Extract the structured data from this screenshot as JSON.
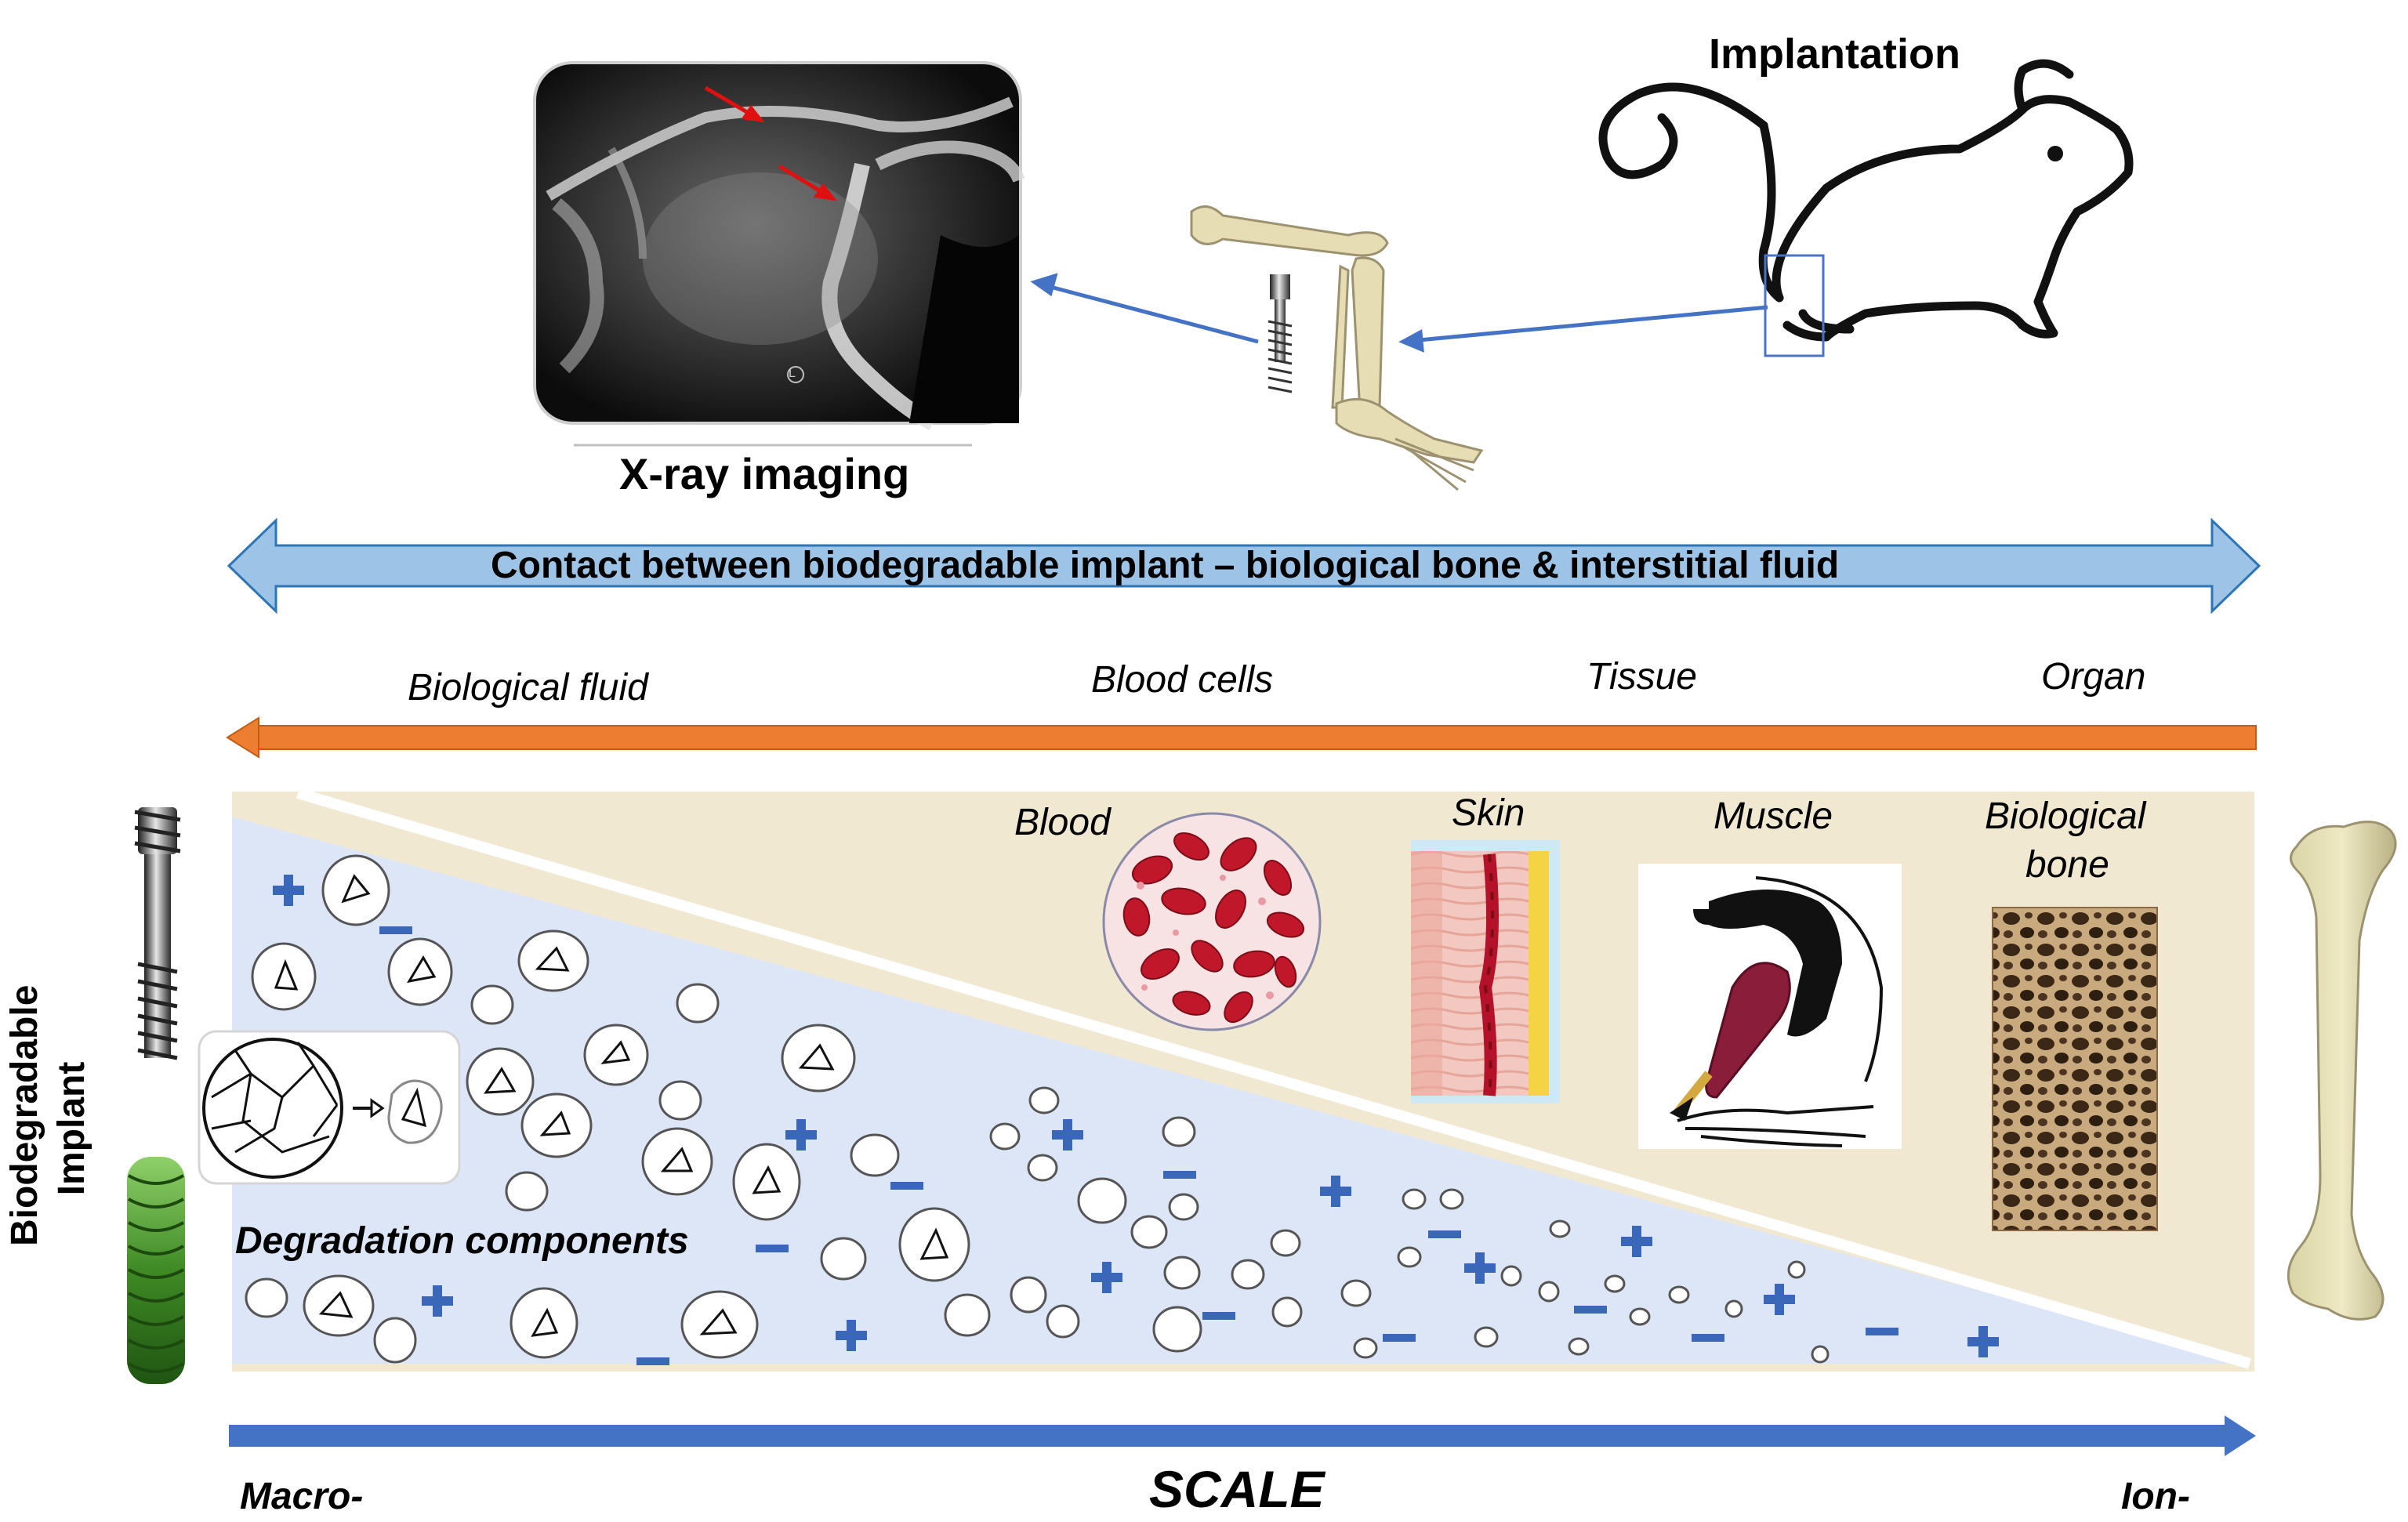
{
  "header": {
    "implantation_label": "Implantation",
    "xray_label": "X-ray imaging",
    "xray_marker": "L"
  },
  "contact_arrow": {
    "text": "Contact between biodegradable implant – biological bone & interstitial fluid",
    "fill_color": "#9dc3e6",
    "stroke_color": "#2e75b6"
  },
  "scale_levels": {
    "items": [
      "Biological fluid",
      "Blood cells",
      "Tissue",
      "Organ"
    ],
    "arrow_color": "#ed7d31"
  },
  "tissues": {
    "blood": "Blood",
    "skin": "Skin",
    "muscle": "Muscle",
    "bone_line1": "Biological",
    "bone_line2": "bone"
  },
  "left_panel": {
    "side_label_line1": "Biodegradable",
    "side_label_line2": "Implant",
    "degradation_label": "Degradation components"
  },
  "bottom_scale": {
    "title": "SCALE",
    "left_end": "Macro-",
    "right_end": "Ion-",
    "arrow_color": "#4472c4"
  },
  "colors": {
    "fluid_region": "#dde6f7",
    "tissue_region": "#f1e8d2",
    "ion_symbol": "#3a67b8",
    "blood_red": "#c0182a"
  }
}
